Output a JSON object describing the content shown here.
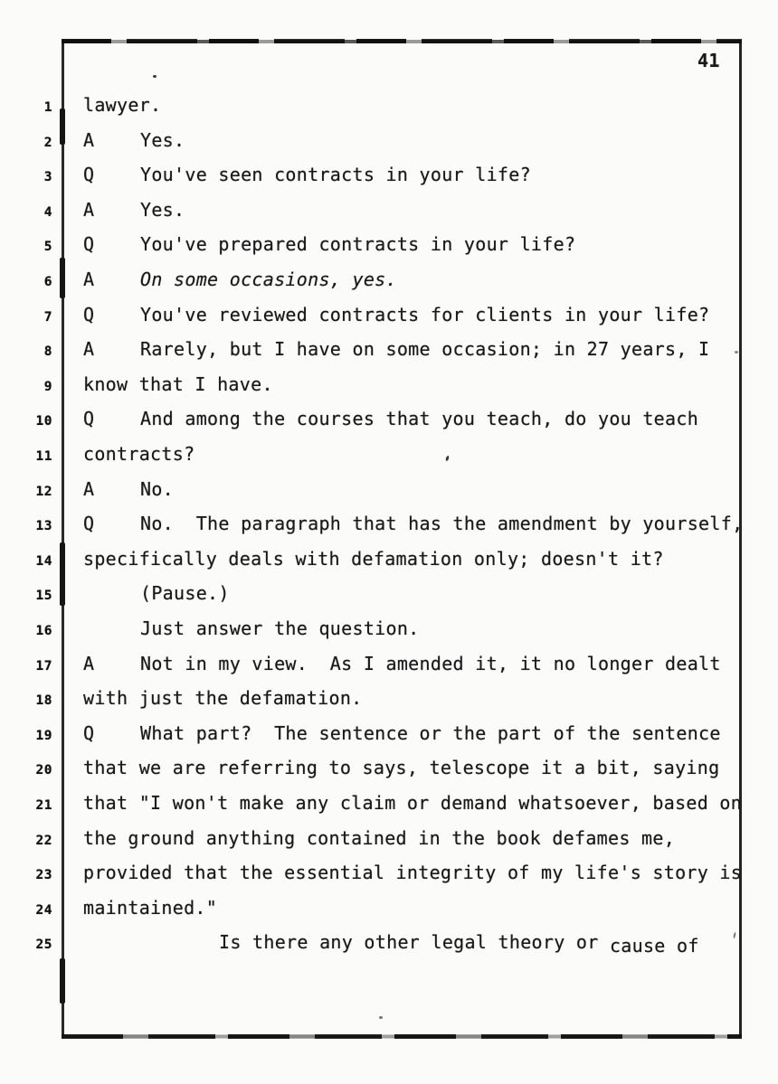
{
  "page": {
    "number": "41",
    "lines": [
      {
        "n": "1",
        "speaker": "",
        "indent": "cont",
        "text": "lawyer."
      },
      {
        "n": "2",
        "speaker": "A",
        "text": "Yes."
      },
      {
        "n": "3",
        "speaker": "Q",
        "text": "You've seen contracts in your life?"
      },
      {
        "n": "4",
        "speaker": "A",
        "text": "Yes."
      },
      {
        "n": "5",
        "speaker": "Q",
        "text": "You've prepared contracts in your life?"
      },
      {
        "n": "6",
        "speaker": "A",
        "style": "italic",
        "text": "On some occasions, yes."
      },
      {
        "n": "7",
        "speaker": "Q",
        "text": "You've reviewed contracts for clients in your life?"
      },
      {
        "n": "8",
        "speaker": "A",
        "text": "Rarely, but I have on some occasion; in 27 years, I"
      },
      {
        "n": "9",
        "indent": "cont",
        "text": "know that I have."
      },
      {
        "n": "10",
        "speaker": "Q",
        "text": "And among the courses that you teach, do you teach"
      },
      {
        "n": "11",
        "indent": "cont",
        "text": "contracts?"
      },
      {
        "n": "12",
        "speaker": "A",
        "text": "No."
      },
      {
        "n": "13",
        "speaker": "Q",
        "text": "No.  The paragraph that has the amendment by yourself,"
      },
      {
        "n": "14",
        "indent": "cont",
        "text": "specifically deals with defamation only; doesn't it?"
      },
      {
        "n": "15",
        "indent": "body",
        "text": "(Pause.)"
      },
      {
        "n": "16",
        "indent": "body",
        "text": "Just answer the question."
      },
      {
        "n": "17",
        "speaker": "A",
        "text": "Not in my view.  As I amended it, it no longer dealt"
      },
      {
        "n": "18",
        "indent": "cont",
        "text": "with just the defamation."
      },
      {
        "n": "19",
        "speaker": "Q",
        "text": "What part?  The sentence or the part of the sentence"
      },
      {
        "n": "20",
        "indent": "cont",
        "text": "that we are referring to says, telescope it a bit, saying"
      },
      {
        "n": "21",
        "indent": "cont",
        "text": "that \"I won't make any claim or demand whatsoever, based on"
      },
      {
        "n": "22",
        "indent": "cont",
        "text": "the ground anything contained in the book defames me,"
      },
      {
        "n": "23",
        "indent": "cont",
        "text": "provided that the essential integrity of my life's story is"
      },
      {
        "n": "24",
        "indent": "cont",
        "text": "maintained.\""
      },
      {
        "n": "25",
        "indent": "deep",
        "text": "Is there any other legal theory or ",
        "tail": "cause of"
      }
    ]
  }
}
